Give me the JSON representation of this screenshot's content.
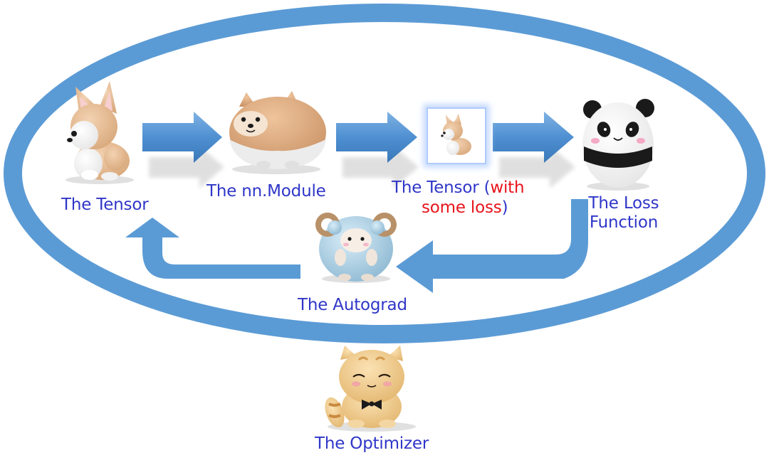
{
  "diagram": {
    "nodes": [
      {
        "id": "tensor",
        "label": "The Tensor",
        "icon": "corgi-plush-icon"
      },
      {
        "id": "nn-module",
        "label": "The nn.Module",
        "icon": "shiba-plush-icon"
      },
      {
        "id": "tensor-loss",
        "label": "The Tensor (",
        "label_highlight_1": "with",
        "label_highlight_2": "some loss",
        "label_tail": ")",
        "icon": "small-corgi-plush-icon"
      },
      {
        "id": "loss-function",
        "label_line_1": "The Loss",
        "label_line_2": "Function",
        "icon": "panda-plush-icon"
      },
      {
        "id": "autograd",
        "label": "The Autograd",
        "icon": "sheep-plush-icon"
      },
      {
        "id": "optimizer",
        "label": "The Optimizer",
        "icon": "cat-plush-icon"
      }
    ],
    "colors": {
      "ellipse": "#5b9bd5",
      "arrow_fill": "#5b9bd5",
      "label_text": "#2f36c8",
      "highlight_text": "#e8141b"
    }
  }
}
